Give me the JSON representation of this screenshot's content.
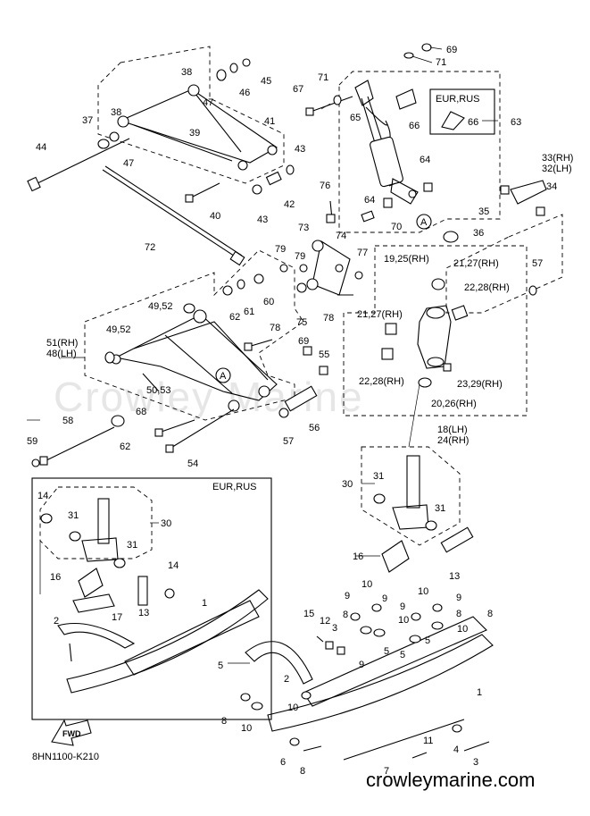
{
  "watermark": "Crowley Marine",
  "diagram_code": "8HN1100-K210",
  "site_url": "crowleymarine.com",
  "fwd_label": "FWD",
  "variant_box_left": "EUR,RUS",
  "variant_box_shock": "EUR,RUS",
  "callouts": [
    "69",
    "71",
    "67",
    "71",
    "65",
    "66",
    "66",
    "63",
    "64",
    "64",
    "70",
    "38",
    "45",
    "46",
    "47",
    "37",
    "38",
    "39",
    "41",
    "47",
    "44",
    "43",
    "42",
    "43",
    "40",
    "72",
    "76",
    "73",
    "74",
    "79",
    "79",
    "77",
    "60",
    "61",
    "62",
    "75",
    "78",
    "49,52",
    "49,52",
    "51(RH)",
    "48(LH)",
    "50,53",
    "78",
    "69",
    "55",
    "68",
    "54",
    "56",
    "57",
    "58",
    "59",
    "62",
    "36",
    "19,25(RH)",
    "21,27(RH)",
    "22,28(RH)",
    "21,27(RH)",
    "57",
    "22,28(RH)",
    "23,29(RH)",
    "20,26(RH)",
    "18(LH)",
    "24(RH)",
    "33(RH)",
    "32(LH)",
    "34",
    "35",
    "30",
    "31",
    "31",
    "16",
    "13",
    "14",
    "31",
    "30",
    "31",
    "16",
    "14",
    "13",
    "17",
    "2",
    "1",
    "15",
    "12",
    "3",
    "10",
    "9",
    "9",
    "8",
    "10",
    "9",
    "9",
    "10",
    "8",
    "10",
    "9",
    "5",
    "5",
    "5",
    "5",
    "2",
    "10",
    "8",
    "10",
    "8",
    "1",
    "4",
    "3",
    "11",
    "7",
    "8",
    "6",
    "8"
  ]
}
